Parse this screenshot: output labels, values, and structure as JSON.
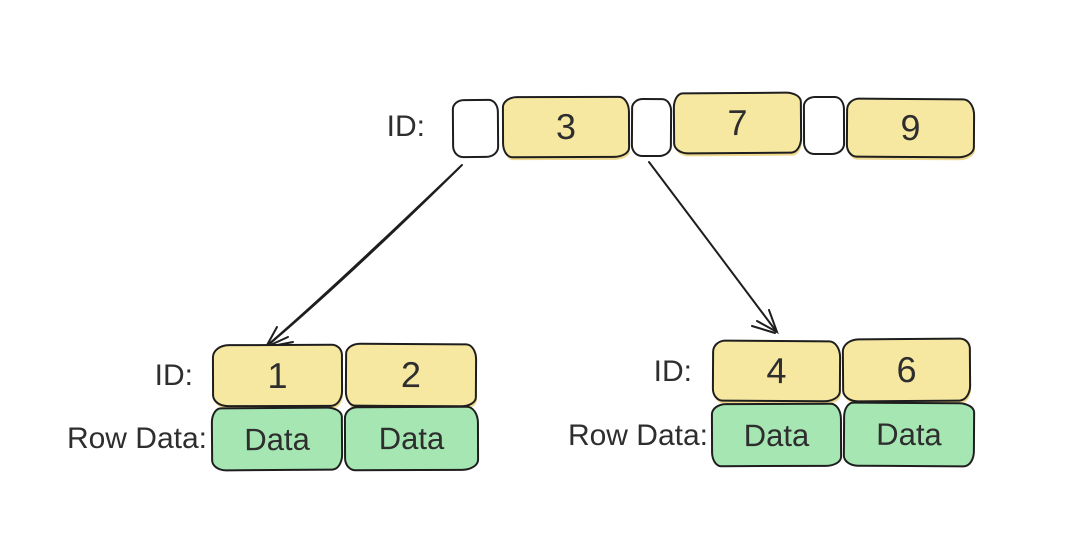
{
  "colors": {
    "stroke": "#1e1e1e",
    "text": "#2e2e2e",
    "key_fill": "#f7e8a1",
    "key_shadow": "#edd88c",
    "data_fill": "#a5e6b3",
    "pointer_fill": "#ffffff",
    "background": "#ffffff"
  },
  "root_node": {
    "label": "ID:",
    "keys": [
      "3",
      "7",
      "9"
    ]
  },
  "leaf_nodes": [
    {
      "id_label": "ID:",
      "row_label": "Row Data:",
      "keys": [
        "1",
        "2"
      ],
      "row_values": [
        "Data",
        "Data"
      ]
    },
    {
      "id_label": "ID:",
      "row_label": "Row Data:",
      "keys": [
        "4",
        "6"
      ],
      "row_values": [
        "Data",
        "Data"
      ]
    }
  ]
}
